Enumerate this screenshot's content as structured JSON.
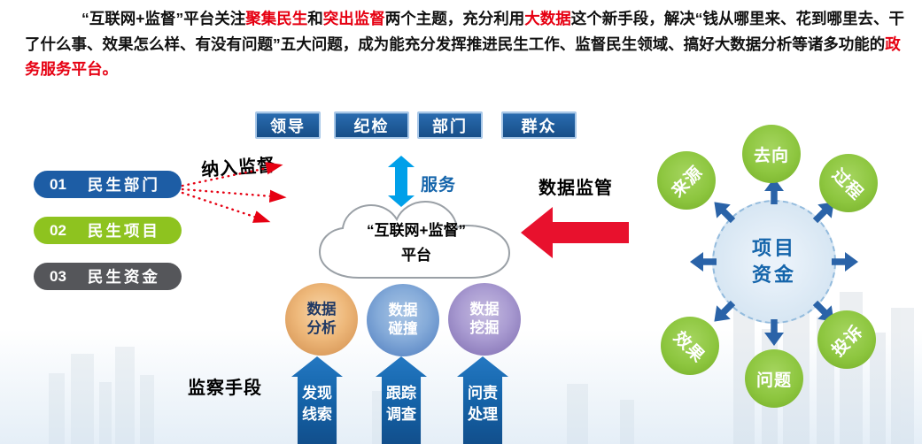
{
  "intro": {
    "segments": [
      {
        "text": "“互联网+监督”平台关注",
        "red": false
      },
      {
        "text": "聚集民生",
        "red": true
      },
      {
        "text": "和",
        "red": false
      },
      {
        "text": "突出监督",
        "red": true
      },
      {
        "text": "两个主题，充分利用",
        "red": false
      },
      {
        "text": "大数据",
        "red": true
      },
      {
        "text": "这个新手段，解决“钱从哪里来、花到哪里去、干了什么事、效果怎么样、有没有问题”五大问题，成为能充分发挥推进民生工作、监督民生领域、搞好大数据分析等诸多功能的",
        "red": false
      },
      {
        "text": "政务服务平台。",
        "red": true
      }
    ]
  },
  "top_row": {
    "items": [
      {
        "label": "领导"
      },
      {
        "label": "纪检"
      },
      {
        "label": "部门"
      },
      {
        "label": "群众"
      }
    ]
  },
  "left_pills": [
    {
      "num": "01",
      "label": "民生部门",
      "color": "#1d5da5"
    },
    {
      "num": "02",
      "label": "民生项目",
      "color": "#8ec31f"
    },
    {
      "num": "03",
      "label": "民生资金",
      "color": "#55565a"
    }
  ],
  "labels": {
    "bring_into_supervision": "纳入监督",
    "service": "服务",
    "data_supervision": "数据监管",
    "supervision_means": "监察手段"
  },
  "cloud": {
    "line1": "“互联网+监督”",
    "line2": "平台"
  },
  "data_circles": [
    {
      "line1": "数据",
      "line2": "分析",
      "fill_light": "#eeb87a",
      "fill_dark": "#cf8b4b",
      "text_color": "#1f3864"
    },
    {
      "line1": "数据",
      "line2": "碰撞",
      "fill_light": "#85abd9",
      "fill_dark": "#4a79bd",
      "text_color": "#ffffff"
    },
    {
      "line1": "数据",
      "line2": "挖掘",
      "fill_light": "#aa9cd2",
      "fill_dark": "#7b69ae",
      "text_color": "#ffffff"
    }
  ],
  "process_arrows": [
    {
      "line1": "发现",
      "line2": "线索"
    },
    {
      "line1": "跟踪",
      "line2": "调查"
    },
    {
      "line1": "问责",
      "line2": "处理"
    }
  ],
  "hub": {
    "center": {
      "line1": "项目",
      "line2": "资金"
    },
    "satellites": [
      {
        "label": "去向"
      },
      {
        "label": "过程"
      },
      {
        "label": "投诉"
      },
      {
        "label": "问题"
      },
      {
        "label": "效果"
      },
      {
        "label": "来源"
      }
    ]
  },
  "colors": {
    "accent_red": "#e60012",
    "button_blue": "#1d5da5",
    "pill_green": "#8ec31f",
    "pill_gray": "#55565a",
    "cyan_arrow": "#00a0e9",
    "big_arrow_red": "#e8112d",
    "process_arrow_blue": "#1565ab",
    "hub_green": "#8dc63f",
    "hub_center_fill": "#cde0ef",
    "hub_text_blue": "#1565ab"
  }
}
